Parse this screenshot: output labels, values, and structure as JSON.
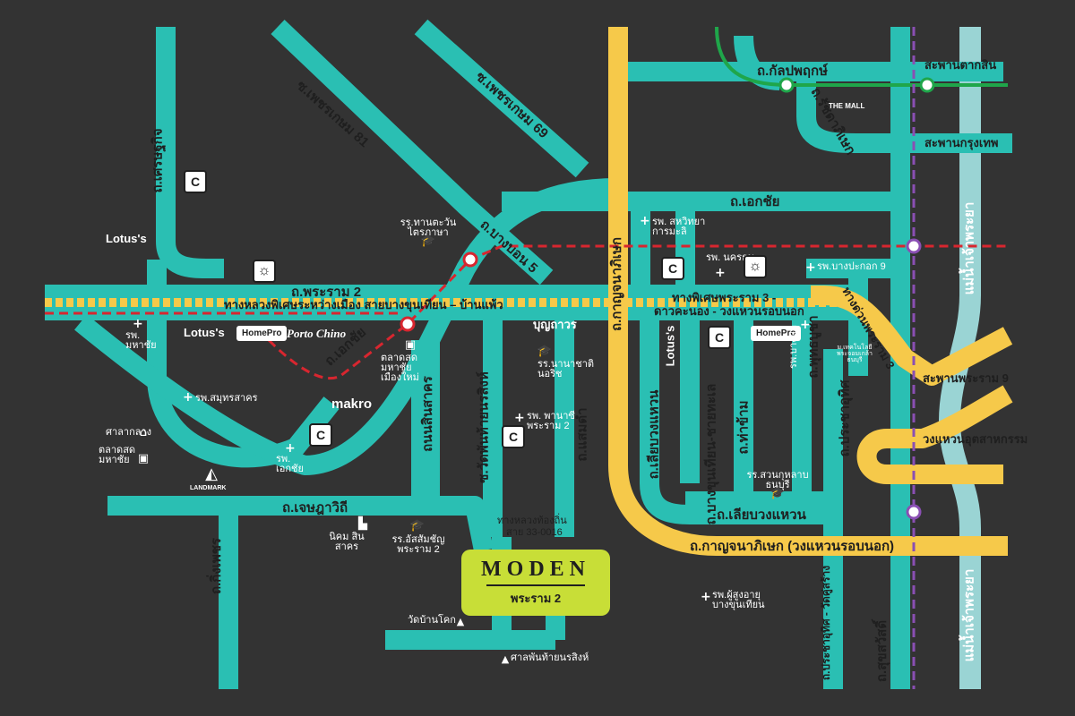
{
  "colors": {
    "background": "#333333",
    "road": "#2abfb3",
    "highway": "#f6c94a",
    "river": "#9ad4d4",
    "red_line": "#d8262f",
    "green_line": "#1fa64a",
    "purple_line": "#8a4fb3",
    "project_box": "#c8de37"
  },
  "project": {
    "logo": "MODEN",
    "subtitle": "พระราม 2"
  },
  "roads": {
    "rama2": "ถ.พระราม 2",
    "expressway_1": "ทางหลวงพิเศษระหว่างเมือง สายบางขุนเทียน – บ้านแพ้ว",
    "expressway_2a": "ทางพิเศษพระราม 3 -",
    "expressway_2b": "ดาวคะนอง - วงแหวนรอบนอก",
    "kanchanaphisek_v": "ถ.กาญจนาภิเษก",
    "kanchanaphisek_h": "ถ.กาญจนาภิเษก (วงแหวนรอบนอก)",
    "ekkachai_top": "ถ.เอกชัย",
    "ekkachai_diag": "ถ.เอกชัย",
    "bangbon5": "ถ.บางบอน 5",
    "phetkasem81": "ซ.เพชรเกษม 81",
    "phetkasem69": "ซ.เพชรเกษม 69",
    "setthakit": "ถ.เศรษฐกิจ",
    "ratchadaphisek": "ถ.รัชดาภิเษก",
    "kanlapaphruek": "ถ.กัลปพฤกษ์",
    "taksin_bridge": "สะพานตากสิน",
    "krungthep_bridge": "สะพานกรุงเทพ",
    "rama9_bridge": "สะพานพระราม 9",
    "industrial_ring": "วงแหวนอุตสาหกรรม",
    "expressway_rama3": "ทางด่วนพระราม 3",
    "chetsadawithi": "ถ.เจษฎาวิถี",
    "kingphet": "ถ.กิ่งเพชร",
    "thanonsinsakhon": "ถนนสินสาคร",
    "wat_phanthai": "ซ.วัดพันท้ายนรสิงห์",
    "saendam": "ถ.แสมดำ",
    "rural_road": "ทางหลวงท้องถิ่น",
    "rural_road_no": "สาย 33-0016",
    "liapwaen": "ถ.เลียบวงแหวน",
    "bangkhunthian_chaitalay": "ถ.บางขุนเทียน-ชายทะเล",
    "thakham": "ถ.ท่าข้าม",
    "phutthabucha": "ถ.พุทธบูชา",
    "pracha_uthit": "ถ.ประชาอุทิศ",
    "liapwaen_h": "ถ.เลียบวงแหวน",
    "suksawat": "ถ.สุขสวัสดิ์",
    "pracha_uthit_watkusang": "ถ.ประชาอุทิศ - วัดคู่สร้าง",
    "chaophraya_top": "แม่น้ำเจ้าพระยา",
    "chaophraya_bottom": "แม่น้ำเจ้าพระยา"
  },
  "places": {
    "lotus_1": "Lotus's",
    "lotus_2": "Lotus's",
    "lotus_3": "Lotus's",
    "homepro_1": "HomePro",
    "homepro_2": "HomePro",
    "porto_chino": "Porto Chino",
    "makro": "makro",
    "boonthavorn": "บุญถาวร",
    "the_mall": "THE MALL",
    "landmark": "LANDMARK",
    "school_thantawan": "รร.ทานตะวัน ไตรภาษา",
    "hosp_sahavithya": "รพ. สหวิทยา การมะลิ",
    "hosp_nakhon": "รพ. นครธน",
    "hosp_bangpakok9": "รพ.บางปะกอก 9",
    "hosp_mahachai": "รพ. มหาชัย",
    "hosp_samutsakhon": "รพ.สมุทรสาคร",
    "hosp_ekkachai": "รพ. เอกชัย",
    "school_nanachat": "รร.นานาชาติ นอริช",
    "hosp_phanasi": "รพ. พานาซี พระราม 2",
    "school_suan_kularb": "รร.สวนกุหลาบ ธนบุรี",
    "hosp_bangmod": "รพ.บางมด",
    "univ_kmutt": "ม.เทคโนโลยีพระจอมเกล้า ธนบุรี",
    "market_mahachai_new": "ตลาดสด มหาชัย เมืองใหม่",
    "town_hall": "ศาลากลาง",
    "market_mahachai": "ตลาดสด มหาชัย",
    "industrial_estate": "นิคม สินสาคร",
    "school_assumption": "รร.อัสสัมชัญ พระราม 2",
    "wat_bankok": "วัดบ้านโคก",
    "shrine_phanthai": "ศาลพันท้ายนรสิงห์",
    "hosp_elderly": "รพ.ผู้สูงอายุ บางขุนเทียน"
  }
}
